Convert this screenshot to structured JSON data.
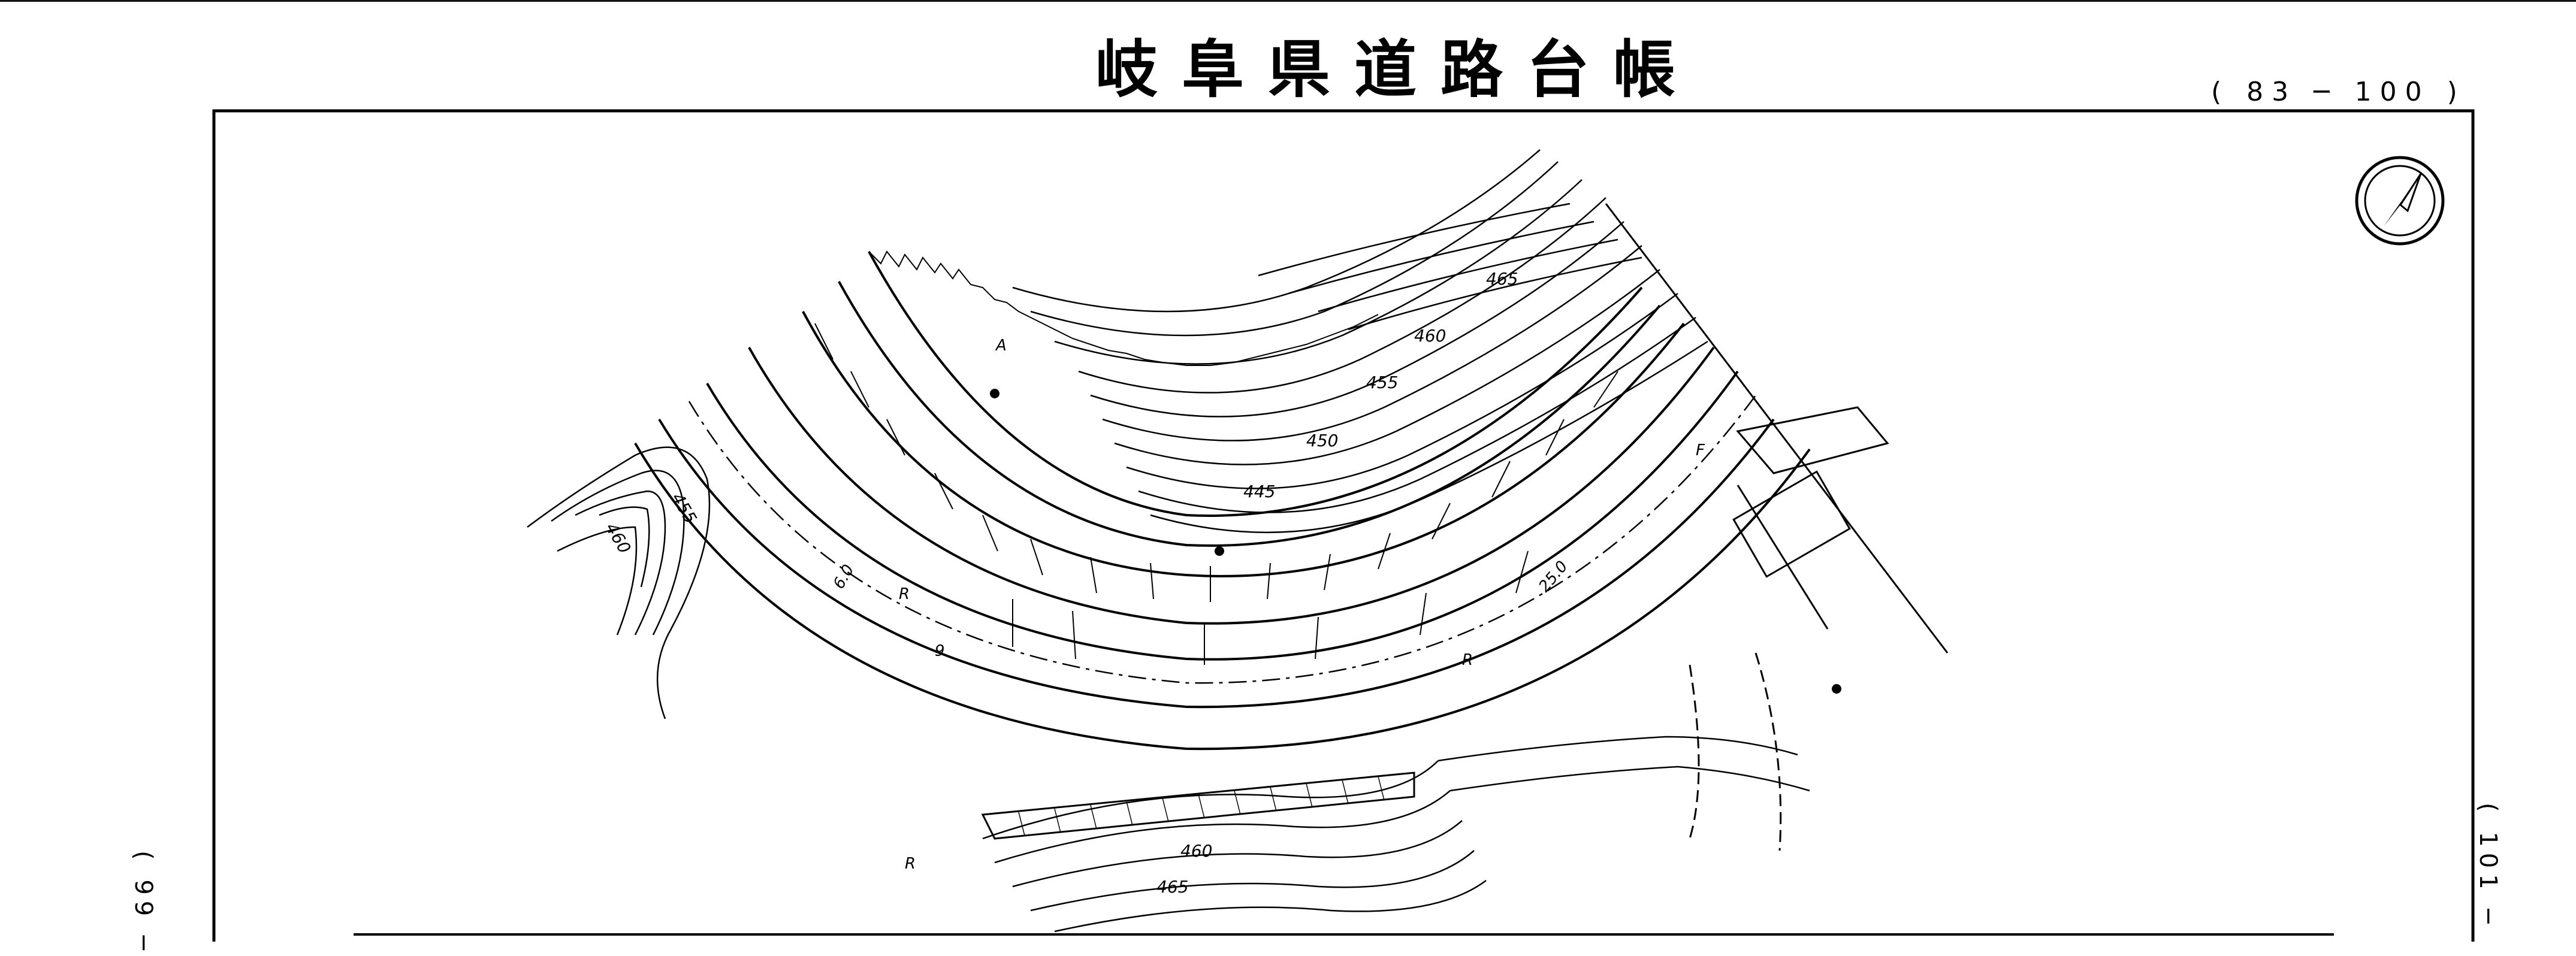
{
  "header": {
    "title": "岐阜県道路台帳",
    "page_number": "( 83 ─ 100 )"
  },
  "margins": {
    "left_reference": "( 99 ─",
    "right_reference": "( 101 ─"
  },
  "map": {
    "north_arrow": "north-arrow-icon",
    "contour_labels": [
      "465",
      "460",
      "455",
      "450",
      "445",
      "460",
      "455",
      "460",
      "465"
    ],
    "road_labels": {
      "radius_left": "R",
      "radius_value": "9",
      "radius_right": "R",
      "radius_bottom": "R",
      "width_value": "25.0",
      "small_dim": "6.0",
      "marker": "A",
      "marker_f": "F"
    }
  }
}
